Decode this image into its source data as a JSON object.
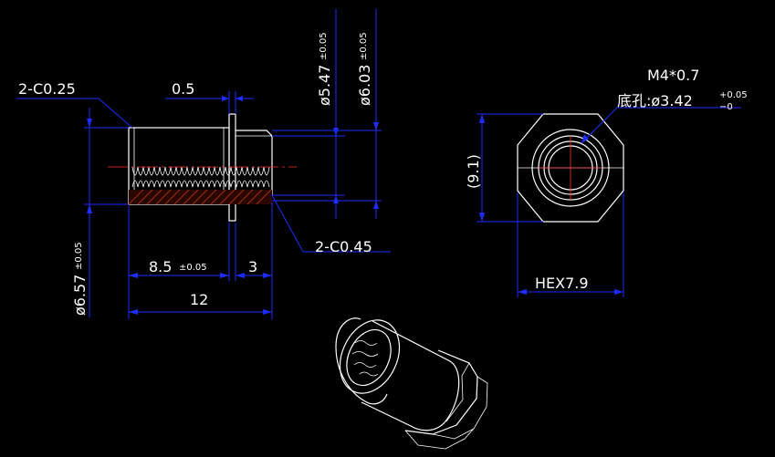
{
  "callouts": {
    "chamfer_left": "2-C0.25",
    "chamfer_right": "2-C0.45",
    "flange_thickness": "0.5",
    "inner_dia_label": "ø5.47",
    "inner_dia_tol": "±0.05",
    "outer_dia_label": "ø6.03",
    "outer_dia_tol": "±0.05",
    "body_dia_label": "ø6.57",
    "body_dia_tol": "±0.05",
    "length_a": "8.5",
    "length_a_tol": "±0.05",
    "length_b": "3",
    "total_length": "12",
    "thread": "M4*0.7",
    "hole_prefix": "底孔:ø3.42",
    "hole_tol_upper": "+0.05",
    "hole_tol_lower": "−0",
    "across_corners": "(9.1)",
    "hex_size": "HEX7.9"
  },
  "colors": {
    "background": "#000000",
    "dimension": "#1e2cff",
    "outline": "#ffffff",
    "hatch": "#c23a1c",
    "centerline": "#ff3030"
  }
}
